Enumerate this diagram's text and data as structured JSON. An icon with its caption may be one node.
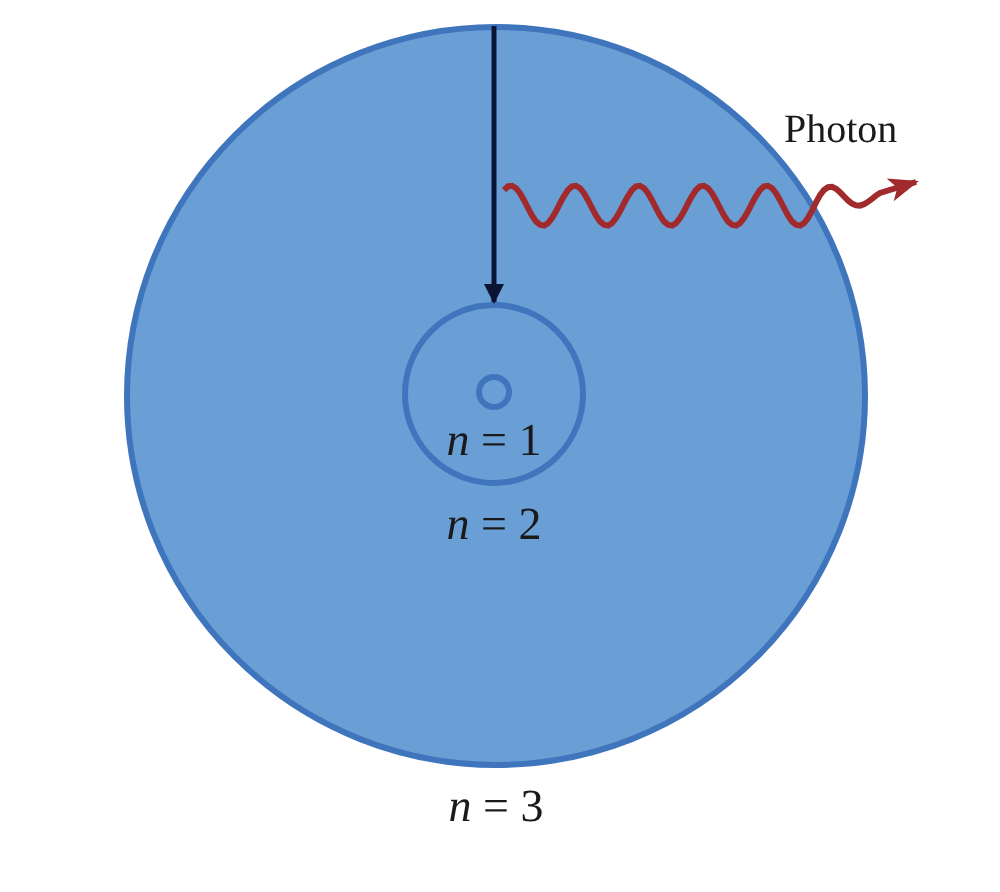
{
  "diagram": {
    "nodes": [
      {
        "text": [
          "*n* = 3"
        ]
      },
      {
        "text": [
          "*n* = 2"
        ],
        "in": 0
      },
      {
        "text": [
          "*n* = 1"
        ],
        "in": 1
      }
    ],
    "edges": [
      {
        "from": 0,
        "to": 1,
        "arrow": "to"
      }
    ],
    "labels": [
      "Photon"
    ]
  }
}
